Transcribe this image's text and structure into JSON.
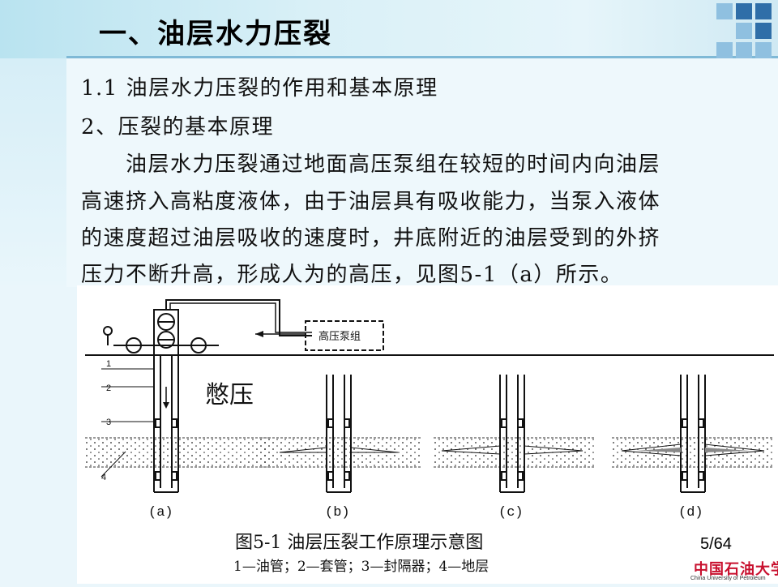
{
  "slide": {
    "title": "一、油层水力压裂",
    "subtitle": "1.1 油层水力压裂的作用和基本原理",
    "section": "2、压裂的基本原理",
    "paragraph_lines": [
      "　　油层水力压裂通过地面高压泵组在较短的时间内向油层",
      "高速挤入高粘度液体，由于油层具有吸收能力，当泵入液体",
      "的速度超过油层吸收的速度时，井底附近的油层受到的外挤",
      "压力不断升高，形成人为的高压，见图5-1（a）所示。"
    ],
    "page_number": "5/64"
  },
  "figure": {
    "pump_label": "高压泵组",
    "annotation": "憋压",
    "layer_numbers": [
      "1",
      "2",
      "3",
      "4"
    ],
    "panel_labels": [
      "(a)",
      "(b)",
      "(c)",
      "(d)"
    ],
    "caption": "图5-1 油层压裂工作原理示意图",
    "legend": "1—油管；2—套管；3—封隔器；4—地层"
  },
  "logo": {
    "name_cn": "中国石油大学",
    "name_en": "China University of Petroleum"
  },
  "colors": {
    "title_blue": "#7fb9d6",
    "square_dark": "#2f6ea8",
    "square_light": "#8fc0e0",
    "logo_red": "#c8102e"
  }
}
